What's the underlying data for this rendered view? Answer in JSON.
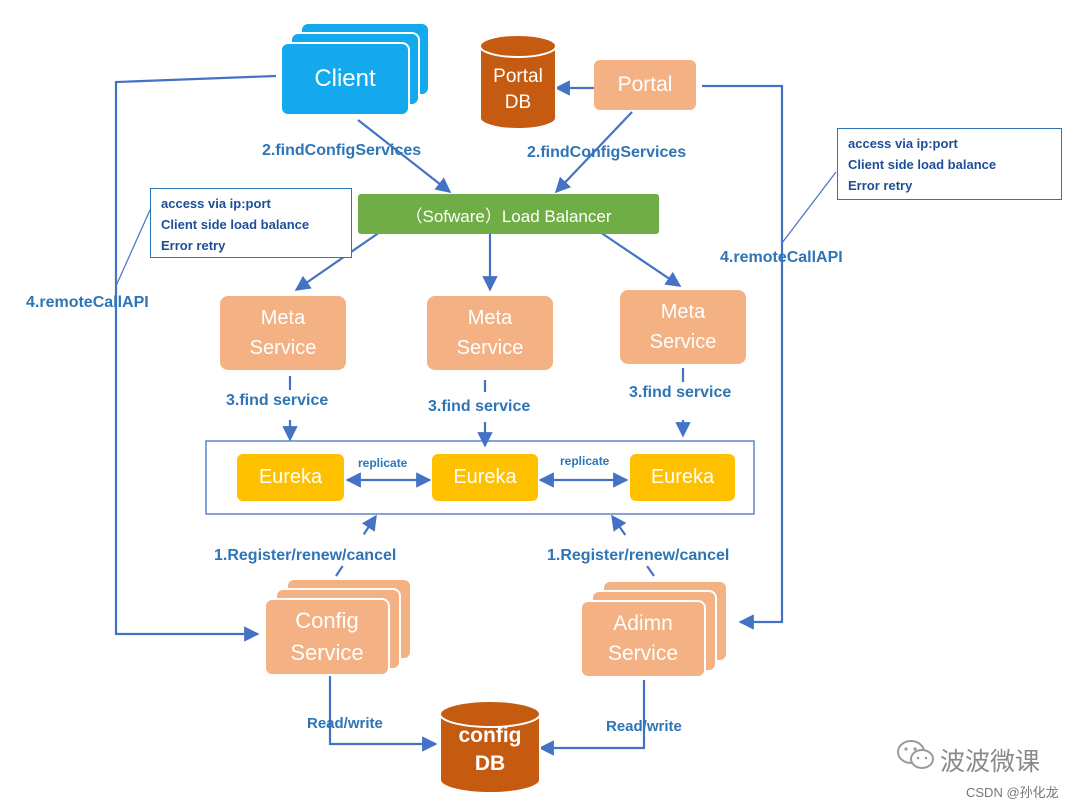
{
  "nodes": {
    "client": "Client",
    "portal": "Portal",
    "portal_db": [
      "Portal",
      "DB"
    ],
    "load_balancer": "（Sofware）Load Balancer",
    "meta_service": [
      "Meta",
      "Service"
    ],
    "eureka": "Eureka",
    "config_service": [
      "Config",
      "Service"
    ],
    "admin_service": [
      "Adimn",
      "Service"
    ],
    "config_db": [
      "config",
      "DB"
    ]
  },
  "labels": {
    "find_config_services": "2.findConfigServices",
    "remote_call_api": "4.remoteCallAPI",
    "find_service": "3.find service",
    "replicate": "replicate",
    "register": "1.Register/renew/cancel",
    "read_write": "Read/write"
  },
  "notes": {
    "client_side": [
      "access via ip:port",
      "Client side load balance",
      "Error retry"
    ]
  },
  "watermark": {
    "brand": "波波微课",
    "credit": "CSDN @孙化龙"
  },
  "colors": {
    "arrow": "#4472c4",
    "salmon": "#f4b183",
    "client": "#14a9ec",
    "load_balancer": "#70ad47",
    "eureka": "#ffc000",
    "database": "#c55a11",
    "label": "#2e75b6"
  }
}
